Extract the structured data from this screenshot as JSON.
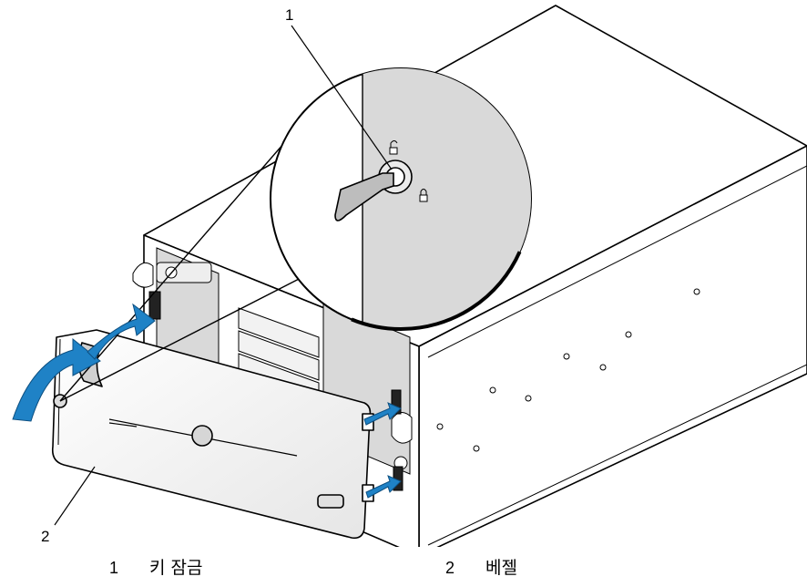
{
  "callouts": [
    {
      "number": "1",
      "label": "키 잠금"
    },
    {
      "number": "2",
      "label": "베젤"
    }
  ],
  "colors": {
    "arrow": "#1f82c6",
    "line": "#000000",
    "panel_gray": "#d9d9d9",
    "bezel": "#f3f3f3"
  }
}
